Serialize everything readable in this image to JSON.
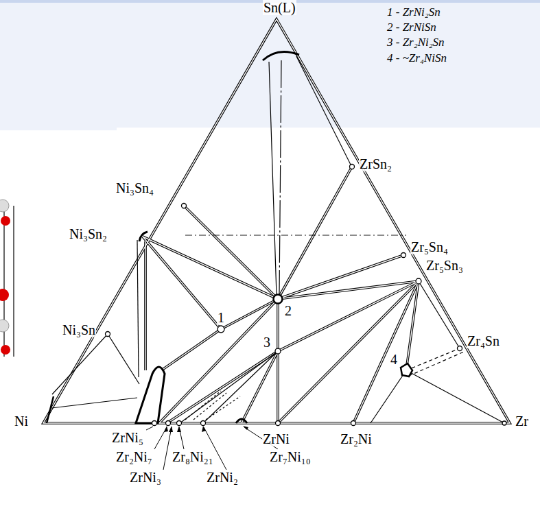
{
  "diagram": {
    "labels": [
      "Sn(L)",
      "1 - ZrNi₂Sn",
      "2 - ZrNiSn",
      "3 - Zr₂Ni₂Sn",
      "4 - ~Zr₄NiSn",
      "ZrSn₂",
      "Ni₃Sn₄",
      "Zr₅Sn₄",
      "Ni₃Sn₂",
      "Zr₅Sn₃",
      "1",
      "2",
      "Ni₃Sn",
      "3",
      "Zr₄Sn",
      "4",
      "Ni",
      "Zr",
      "ZrNi₅",
      "ZrNi",
      "Zr₂Ni",
      "Zr₂Ni₇",
      "Zr₈Ni₂₁",
      "Zr₇Ni₁₀",
      "ZrNi₃",
      "ZrNi₂"
    ]
  }
}
